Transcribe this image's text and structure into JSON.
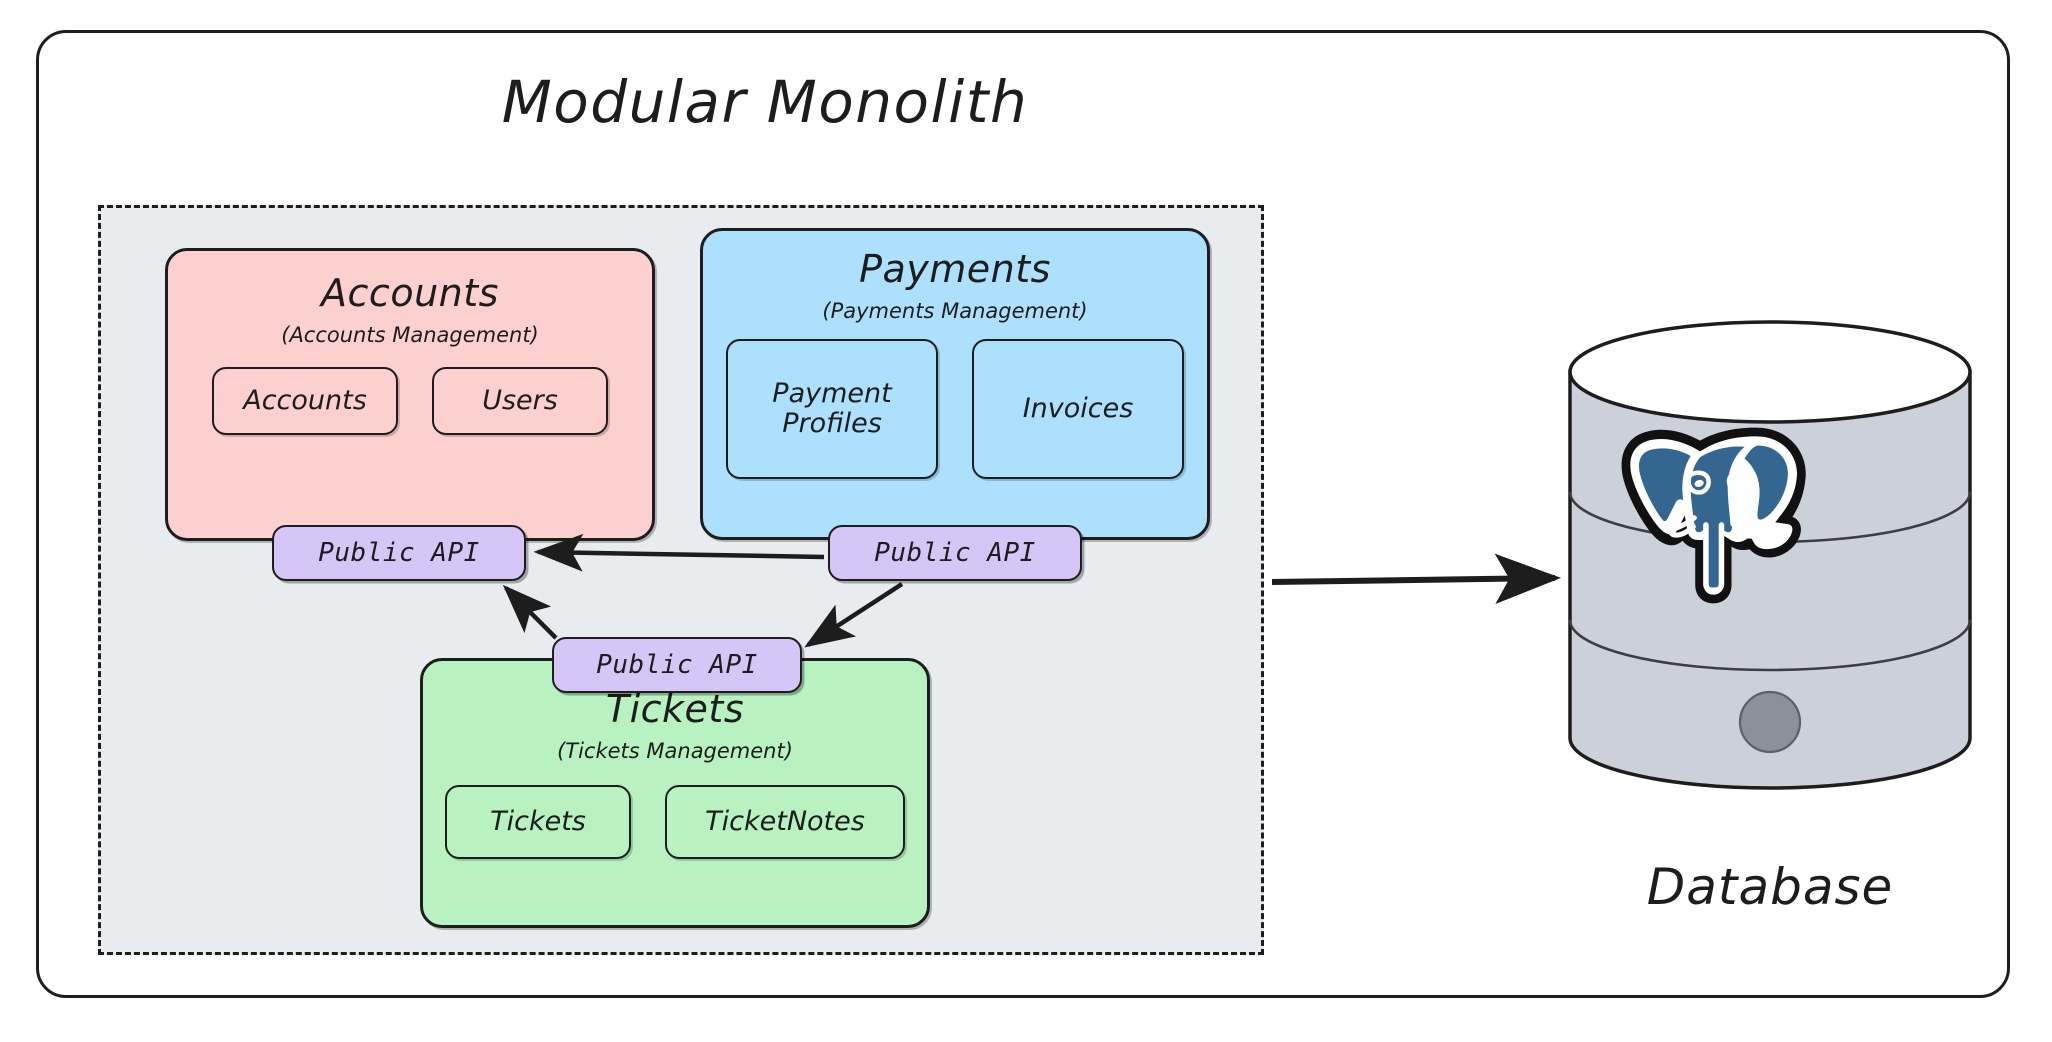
{
  "diagram": {
    "title": "Modular Monolith",
    "type": "architecture-diagram"
  },
  "colors": {
    "accounts_fill": "#fbd0ce",
    "payments_fill": "#ace0fd",
    "tickets_fill": "#b8f2c1",
    "api_fill": "#d6c6f7",
    "container_fill": "#e8ecef",
    "stroke": "#1d1d1d",
    "db_cylinder": "#ccd0d8",
    "postgres_blue": "#336791",
    "db_knob": "#8b9199",
    "page_bg": "#ffffff"
  },
  "monolith": {
    "border_style": "dashed",
    "modules": [
      {
        "id": "accounts",
        "title": "Accounts",
        "subtitle": "(Accounts Management)",
        "entities": [
          "Accounts",
          "Users"
        ],
        "api_label": "Public API"
      },
      {
        "id": "payments",
        "title": "Payments",
        "subtitle": "(Payments Management)",
        "entities": [
          "Payment Profiles",
          "Invoices"
        ],
        "api_label": "Public API"
      },
      {
        "id": "tickets",
        "title": "Tickets",
        "subtitle": "(Tickets Management)",
        "entities": [
          "Tickets",
          "TicketNotes"
        ],
        "api_label": "Public API"
      }
    ]
  },
  "database": {
    "label": "Database",
    "engine_icon": "postgresql-elephant-icon",
    "shape": "cylinder"
  },
  "connections": [
    {
      "from": "payments-api",
      "to": "accounts-api",
      "style": "arrow"
    },
    {
      "from": "payments-api",
      "to": "tickets-api",
      "style": "arrow"
    },
    {
      "from": "tickets-api",
      "to": "accounts-api",
      "style": "arrow"
    },
    {
      "from": "monolith",
      "to": "database",
      "style": "arrow"
    }
  ]
}
